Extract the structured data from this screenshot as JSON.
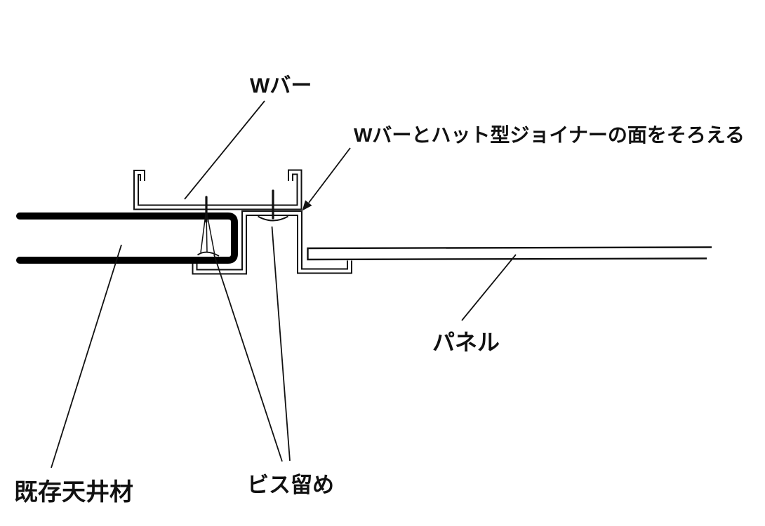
{
  "diagram": {
    "type": "construction-section-detail",
    "background_color": "#ffffff",
    "thin_line_color": "#111111",
    "thick_line_color": "#000000",
    "labels": {
      "w_bar": "Wバー",
      "align_note": "Wバーとハット型ジョイナーの面をそろえる",
      "panel": "パネル",
      "existing_ceiling": "既存天井材",
      "screw_fastening": "ビス留め"
    }
  }
}
